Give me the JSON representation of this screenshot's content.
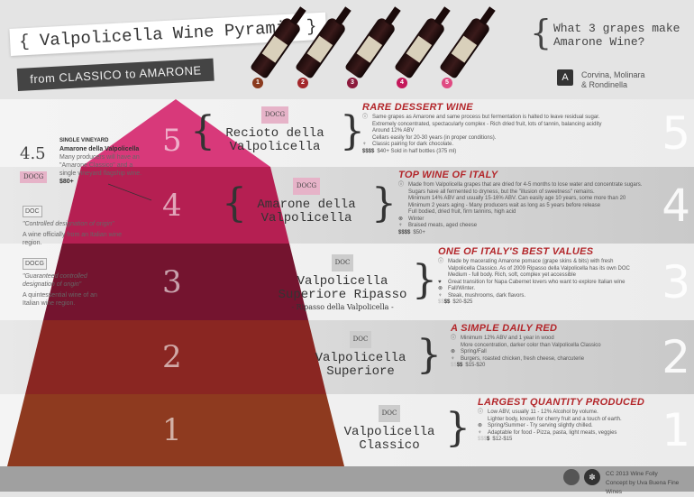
{
  "header": {
    "title": "{ Valpolicella Wine Pyramid }",
    "subtitle": "from CLASSICO to AMARONE"
  },
  "bottles": [
    {
      "n": "1",
      "color": "#8a3a1e"
    },
    {
      "n": "2",
      "color": "#a3262a"
    },
    {
      "n": "3",
      "color": "#8c1a3c"
    },
    {
      "n": "4",
      "color": "#c4185a"
    },
    {
      "n": "5",
      "color": "#e04a82"
    }
  ],
  "question": {
    "line1": "What 3 grapes make",
    "line2": "Amarone Wine?",
    "icon": "A",
    "answer1": "Corvina, Molinara",
    "answer2": "& Rondinella"
  },
  "single_vineyard": {
    "level": "4.5",
    "badge": "DOCG",
    "heading": "SINGLE VINEYARD",
    "name": "Amarone della Valpolicella",
    "text": "Many producers will have an \"Amarone Classico\" and a single vineyard flagship wine.",
    "price": "$80+"
  },
  "legend": [
    {
      "tag": "DOC",
      "quote": "\"Controlled designation of origin\"",
      "text": "A wine officially from an Italian wine region."
    },
    {
      "tag": "DOCG",
      "quote": "\"Guaranteed controlled designation of origin\"",
      "text": "A quintessential wine of an Italian wine region."
    }
  ],
  "tiers": [
    {
      "number": "5",
      "color": "#d8397a",
      "badge": "DOCG",
      "name1": "Recioto della",
      "name2": "Valpolicella",
      "sub": "",
      "heading": "RARE DESSERT WINE",
      "info": [
        "Same grapes as Amarone and same process but fermentation is halted to leave residual sugar.",
        "Extremely concentrated, spectacularly complex - Rich dried fruit, lots of tannin, balancing acidity",
        "Around 12% ABV",
        "Cellars easily for 20-30 years (in proper conditions)."
      ],
      "extra": "",
      "season": "",
      "pairing": "Classic pairing for dark chocolate.",
      "price_off": "",
      "price_on": "$$$$",
      "price": "$40+ Sold in half bottles (375 ml)"
    },
    {
      "number": "4",
      "color": "#b51f52",
      "badge": "DOCG",
      "name1": "Amarone della",
      "name2": "Valpolicella",
      "sub": "",
      "heading": "TOP WINE OF ITALY",
      "info": [
        "Made from Valpolicella grapes that are dried for 4-5 months to lose water and concentrate sugars.",
        "Sugars have all fermented to dryness, but the \"illusion of sweetness\" remains.",
        "Minimum 14% ABV and usually 15-16% ABV. Can easily age 10 years, some more than 20",
        "Minimum 2 years aging - Many producers wait as long as 5 years before release",
        "Full bodied, dried fruit, firm tannins, high acid"
      ],
      "extra": "",
      "season": "Winter",
      "pairing": "Braised meats, aged cheese",
      "price_off": "",
      "price_on": "$$$$",
      "price": "$50+"
    },
    {
      "number": "3",
      "color": "#74142f",
      "badge": "DOC",
      "name1": "Valpolicella",
      "name2": "Superiore Ripasso",
      "sub": "- Ripasso della Valpolicella -",
      "heading": "ONE OF ITALY'S BEST VALUES",
      "info": [
        "Made by macerating Amarone pomace (grape skins & bits) with fresh",
        "Valpolicella Classico. As of 2009 Ripasso della Valpolicella has its own DOC",
        "Medium - full body. Rich, soft, complex yet accessible"
      ],
      "extra": "Great transition for Napa Cabernet lovers who want to explore Italian wine",
      "season": "Fall/Winter.",
      "pairing": "Steak, mushrooms, dark flavors.",
      "price_off": "$$",
      "price_on": "$$",
      "price": "$20-$25"
    },
    {
      "number": "2",
      "color": "#8a2622",
      "badge": "DOC",
      "name1": "Valpolicella",
      "name2": "Superiore",
      "sub": "",
      "heading": "A SIMPLE DAILY RED",
      "info": [
        "Minimum 12% ABV and 1 year in wood",
        "More concentration, darker color than Valpolicella Classico"
      ],
      "extra": "",
      "season": "Spring/Fall",
      "pairing": "Burgers, roasted chicken, fresh cheese, charcuterie",
      "price_off": "$$",
      "price_on": "$$",
      "price": "$15-$20"
    },
    {
      "number": "1",
      "color": "#8e3a1f",
      "badge": "DOC",
      "name1": "Valpolicella",
      "name2": "Classico",
      "sub": "",
      "heading": "LARGEST QUANTITY PRODUCED",
      "info": [
        "Low ABV, usually 11 - 12% Alcohol by volume.",
        "Lighter body, known for cherry fruit and a touch of earth."
      ],
      "extra": "",
      "season": "Spring/Summer - Try serving slightly chilled.",
      "pairing": "Adaptable for food - Pizza, pasta, light meats, veggies",
      "price_off": "$$$",
      "price_on": "$",
      "price": "$12-$15"
    }
  ],
  "footer": {
    "credit": "CC 2013 Wine Folly",
    "concept": "Concept by Uva Buena Fine Wines"
  }
}
